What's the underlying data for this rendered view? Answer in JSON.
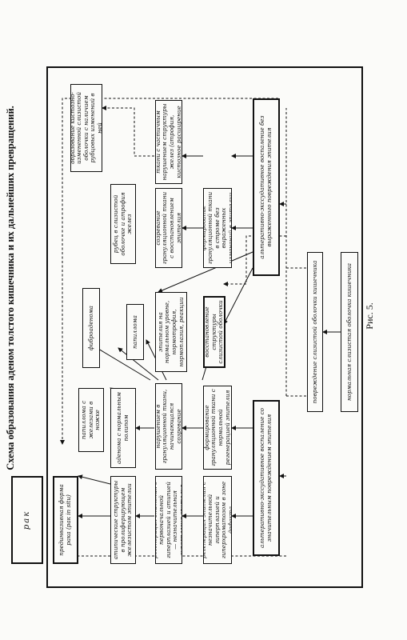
{
  "title": "Схема образования аденом толстого кишечника и их дальнейших превращений.",
  "figure_label": "Рис. 5.",
  "boxes": {
    "b1": "нормальная слизистая оболочка кишечника",
    "b2": "повреждение слизистой оболочки кишечника",
    "b3": "альтеративно-экссудативное воспаление со значительным повреждением эпителия",
    "b4": "альтеративно-экссудативное воспаление без выраженного повреждения эпителия",
    "b5": "регенерация эпителия с незначительной гиперплазией и гиперхроматозом в зоне дефекта",
    "b6": "формирование грануляционной ткани с нормальной регенерацией эпителия",
    "b7": "восстановление структуры слизистой оболочки",
    "b8": "формирование грануляционной ткани в строме без выраженных изменений в эпителии",
    "b9": "регенерация эпителия с первоначальной гиперплазией и атипией — незначительная гиперплазия эпителия",
    "b10": "регенерация эпителия с нарушением в грануляционной ткани, начинающаяся созревание грануляционной ткани",
    "b11": "созревание грануляционной ткани с восстановлением эпителия",
    "b12": "восстановление эпителия на нормальном уровне, нормотрофия, нормоплазия, реакции в строме",
    "b13": "разрастание рубцовой ткани с частичным нарушением структуры желез (атрофия, кистозное расширение и т.п.)",
    "b14": "атипические структуры в пролиферирующем железистом эпителии",
    "b15": "аденома с нормальным полипом",
    "b16": "папиллома с железами в ножке",
    "b17": "папиллома",
    "b18": "фиброаденома",
    "b19": "рубец в слизистой оболочке и атрофия желез",
    "b20": "образование кистозно-измененной слизистой оболочки с наличием рубцовых изменений в ней",
    "b21": "прединвазивная форма рака (рак in situ)",
    "b22": "рак"
  }
}
